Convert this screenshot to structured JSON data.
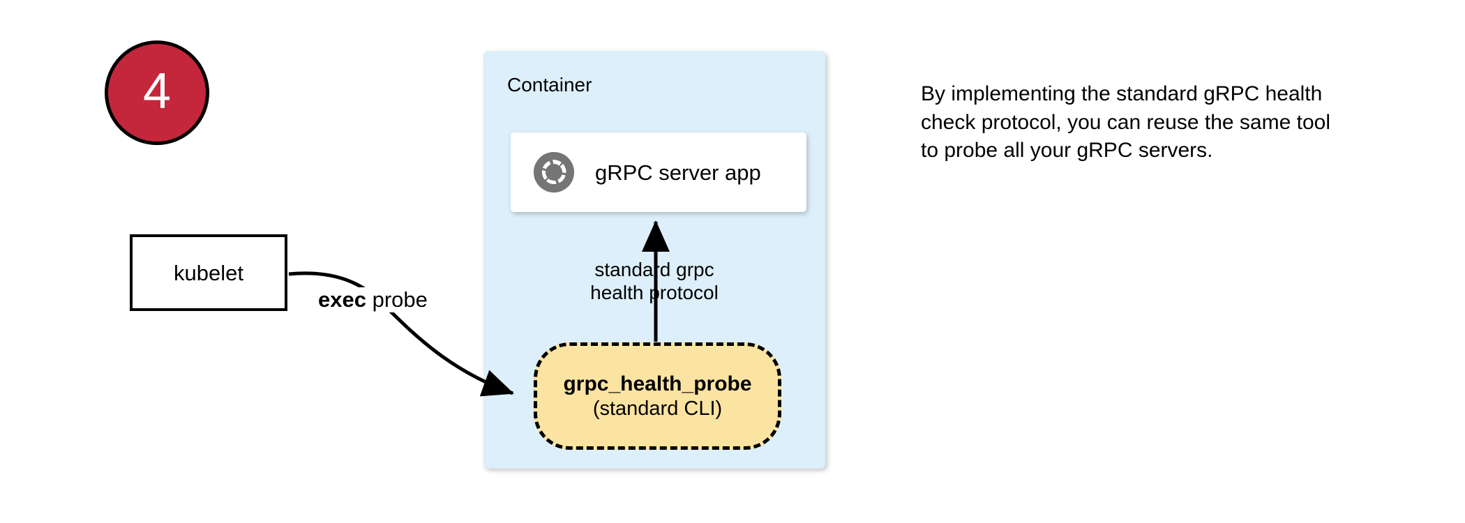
{
  "diagram": {
    "title": "gRPC health check probe in a Kubernetes container",
    "step_badge": {
      "number": "4",
      "fill": "#C4263C",
      "text_color": "#ffffff",
      "icon": "step-number-badge"
    },
    "kubelet": {
      "label": "kubelet"
    },
    "edges": {
      "exec_probe": {
        "label_bold": "exec",
        "label_rest": " probe",
        "icon": "curved-arrow-right"
      },
      "health_protocol": {
        "line1": "standard grpc",
        "line2": "health protocol",
        "icon": "arrow-up"
      }
    },
    "container": {
      "label": "Container",
      "fill": "#DCEFFA",
      "server_card": {
        "label": "gRPC server app",
        "icon": "grpc-aperture-icon",
        "icon_color": "#757575"
      },
      "health_probe": {
        "name": "grpc_health_probe",
        "subtitle": "(standard CLI)",
        "fill": "#FBE3A1",
        "border_style": "dashed"
      }
    },
    "note": "By implementing the standard gRPC health check protocol, you can reuse the same tool to probe all your gRPC servers."
  }
}
